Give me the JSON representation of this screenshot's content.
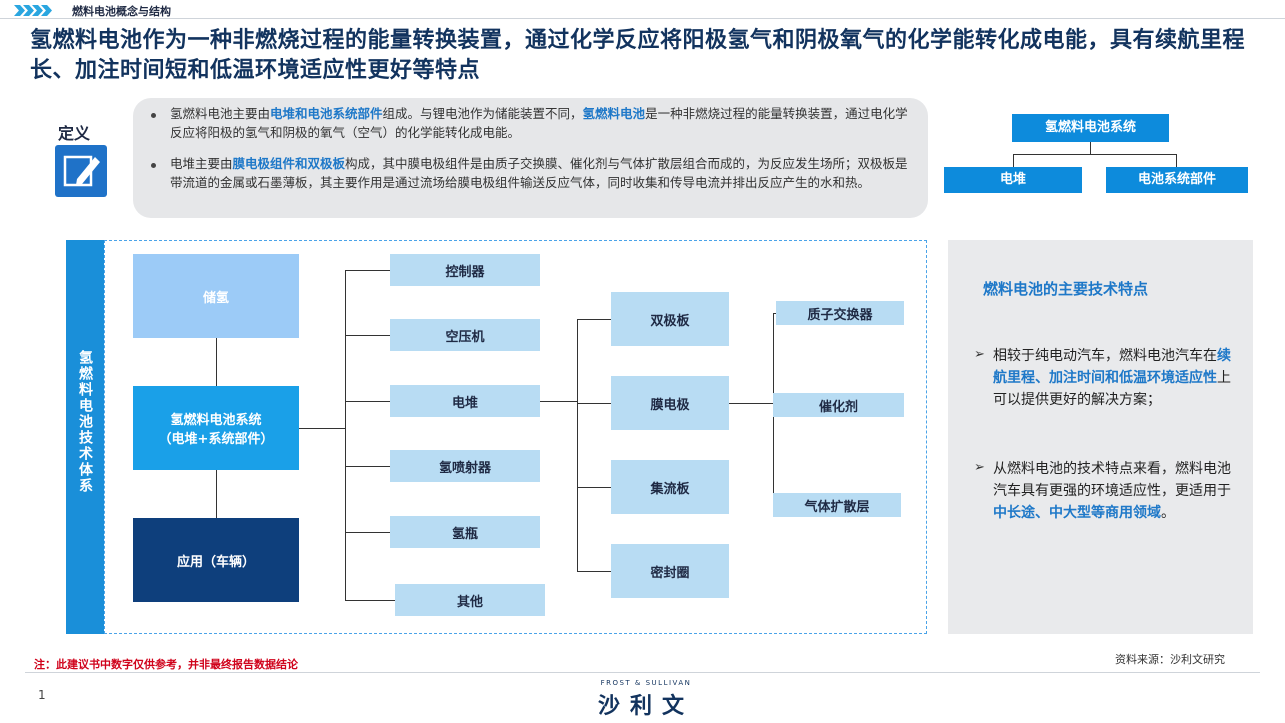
{
  "header": {
    "section_label": "燃料电池概念与结构",
    "headline": "氢燃料电池作为一种非燃烧过程的能量转换装置，通过化学反应将阳极氢气和阴极氧气的化学能转化成电能，具有续航里程长、加注时间短和低温环境适应性更好等特点"
  },
  "definition": {
    "title": "定义",
    "bullet1": {
      "p1": "氢燃料电池主要由",
      "h1": "电堆和电池系统部件",
      "p2": "组成。与锂电池作为储能装置不同，",
      "h2": "氢燃料电池",
      "p3": "是一种非燃烧过程的能量转换装置，通过电化学反应将阳极的氢气和阴极的氧气（空气）的化学能转化成电能。"
    },
    "bullet2": {
      "p1": "电堆主要由",
      "h1": "膜电极组件和双极板",
      "p2": "构成，其中膜电极组件是由质子交换膜、催化剂与气体扩散层组合而成的，为反应发生场所；双极板是带流道的金属或石墨薄板，其主要作用是通过流场给膜电极组件输送反应气体，同时收集和传导电流并排出反应产生的水和热。"
    }
  },
  "tree": {
    "root": "氢燃料电池系统",
    "left": "电堆",
    "right": "电池系统部件"
  },
  "diagram": {
    "side_label": "氢燃料电池技术体系",
    "storage": "储氢",
    "system_line1": "氢燃料电池系统",
    "system_line2": "（电堆+系统部件）",
    "application": "应用（车辆）",
    "components": [
      "控制器",
      "空压机",
      "电堆",
      "氢喷射器",
      "氢瓶",
      "其他"
    ],
    "stack_parts": [
      "双极板",
      "膜电极",
      "集流板",
      "密封圈"
    ],
    "mea_parts": [
      "质子交换器",
      "催化剂",
      "气体扩散层"
    ]
  },
  "features": {
    "title": "燃料电池的主要技术特点",
    "item1": {
      "p1": "相较于纯电动汽车，燃料电池汽车在",
      "h1": "续航里程、加注时间和低温环境适应性",
      "p2": "上可以提供更好的解决方案；"
    },
    "item2": {
      "p1": "从燃料电池的技术特点来看，燃料电池汽车具有更强的环境适应性，更适用于",
      "h1": "中长途、中大型等商用领域",
      "p2": "。"
    }
  },
  "footer": {
    "note": "注：此建议书中数字仅供参考，并非最终报告数据结论",
    "source": "资料来源：沙利文研究",
    "page": "1",
    "logo_small": "FROST & SULLIVAN",
    "logo": "沙利文"
  },
  "colors": {
    "accent": "#1a8fd9",
    "dark_navy": "#0e3f7c",
    "highlight_text": "#1e78c8",
    "note_red": "#d0021b"
  }
}
